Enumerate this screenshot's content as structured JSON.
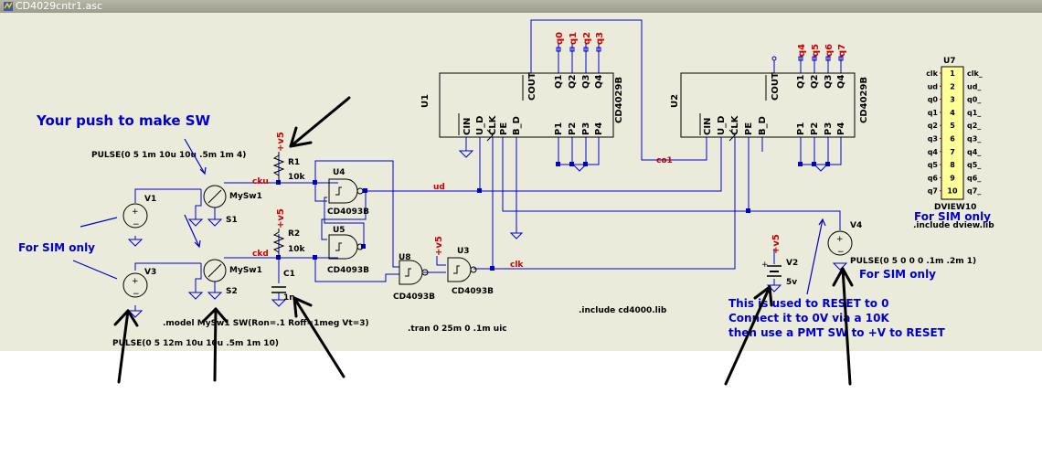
{
  "window": {
    "title": "CD4029cntr1.asc"
  },
  "colors": {
    "wire": "#0000cc",
    "net_label": "#cc0000",
    "text": "#000000",
    "note": "#0000cc",
    "canvas": "#ebebdc"
  },
  "components": {
    "u1": {
      "ref": "U1",
      "type": "CD4029B",
      "pins_top": [
        "COUT",
        "Q1",
        "Q2",
        "Q3",
        "Q4"
      ],
      "pins_bottom": [
        "CIN",
        "U_D",
        "CLK",
        "PE",
        "B_D",
        "P1",
        "P2",
        "P3",
        "P4"
      ]
    },
    "u2": {
      "ref": "U2",
      "type": "CD4029B",
      "pins_top": [
        "COUT",
        "Q1",
        "Q2",
        "Q3",
        "Q4"
      ],
      "pins_bottom": [
        "CIN",
        "U_D",
        "CLK",
        "PE",
        "B_D",
        "P1",
        "P2",
        "P3",
        "P4"
      ]
    },
    "u3": {
      "ref": "U3",
      "type": "CD4093B"
    },
    "u4": {
      "ref": "U4",
      "type": "CD4093B"
    },
    "u5": {
      "ref": "U5",
      "type": "CD4093B"
    },
    "u8": {
      "ref": "U8",
      "type": "CD4093B"
    },
    "u7": {
      "ref": "U7",
      "type": "DVIEW10",
      "pin_numbers": [
        "1",
        "2",
        "3",
        "4",
        "5",
        "6",
        "7",
        "8",
        "9",
        "10"
      ],
      "left_labels": [
        "clk",
        "ud",
        "q0",
        "q1",
        "q2",
        "q3",
        "q4",
        "q5",
        "q6",
        "q7"
      ],
      "right_labels": [
        "clk_",
        "ud_",
        "q0_",
        "q1_",
        "q2_",
        "q3_",
        "q4_",
        "q5_",
        "q6_",
        "q7_"
      ]
    },
    "r1": {
      "ref": "R1",
      "value": "10k"
    },
    "r2": {
      "ref": "R2",
      "value": "10k"
    },
    "c1": {
      "ref": "C1",
      "value": "1n"
    },
    "v1": {
      "ref": "V1"
    },
    "v2": {
      "ref": "V2",
      "value": "5v"
    },
    "v3": {
      "ref": "V3"
    },
    "v4": {
      "ref": "V4"
    },
    "s1": {
      "ref": "S1",
      "model": "MySw1"
    },
    "s2": {
      "ref": "S2",
      "model": "MySw1"
    }
  },
  "nets": {
    "q_top_u1": [
      "q0",
      "q1",
      "q2",
      "q3"
    ],
    "q_top_u2": [
      "q4",
      "q5",
      "q6",
      "q7"
    ],
    "vplus": "+v5",
    "cku": "cku",
    "ckd": "ckd",
    "ud": "ud",
    "clk": "clk",
    "co1": "co1"
  },
  "directives": {
    "pulse_v1": "PULSE(0 5 1m 10u 10u .5m 1m 4)",
    "pulse_v3": "PULSE(0 5 12m 10u 10u .5m 1m 10)",
    "pulse_v4": "PULSE(0 5 0 0 0 .1m .2m 1)",
    "model": ".model MySw1  SW(Ron=.1 Roff=1meg Vt=3)",
    "tran": ".tran 0 25m 0 .1m uic",
    "include_cd4000": ".include cd4000.lib",
    "include_dview": ".include dview.lib"
  },
  "notes": {
    "push_sw": "Your push to make SW",
    "sim_only_left": "For SIM only",
    "sim_only_v4": "For SIM only",
    "sim_only_u7": "For SIM only",
    "reset_lines": [
      "This is used to RESET to 0",
      "Connect it to 0V via a 10K",
      "then use a PMT SW to +V to RESET"
    ]
  },
  "annotations": {
    "arrow_count": 8
  }
}
